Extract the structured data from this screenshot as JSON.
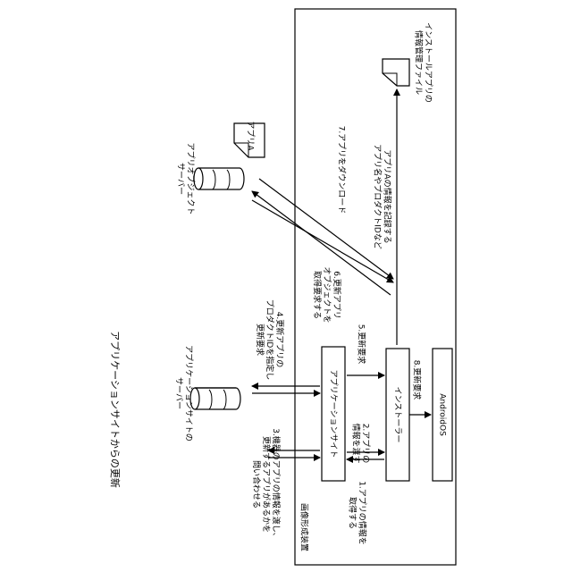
{
  "title": "アプリケーションサイトからの更新",
  "outer_box_label": "画像形成装置",
  "nodes": {
    "site_server": "アプリケーションサイトの\nサーバー",
    "object_server": "アプリオブジェクト\nサーバー",
    "app_file": "アプリA",
    "install_file": "インストールアプリの\n情報管理ファイル",
    "app_site": "アプリケーションサイト",
    "installer": "インストーラー",
    "android": "AndroidOS"
  },
  "steps": {
    "s1": "1.アプリの情報を\n取得する",
    "s2": "2.アプリの\n情報を渡す",
    "s3": "3.機器のアプリの情報を渡し、\n更新するアプリがあるかを\n問い合わせる",
    "s4": "4.更新アプリの\nプロダクトIDを指定し\n更新要求",
    "s5": "5.更新要求",
    "s6": "6.更新アプリ\nオブジェクトを\n取得要求する",
    "s7": "7.アプリをダウンロード",
    "s8": "8.更新要求",
    "note": "アプリAの情報を記録する\nアプリ名やプロダクトIDなど"
  }
}
